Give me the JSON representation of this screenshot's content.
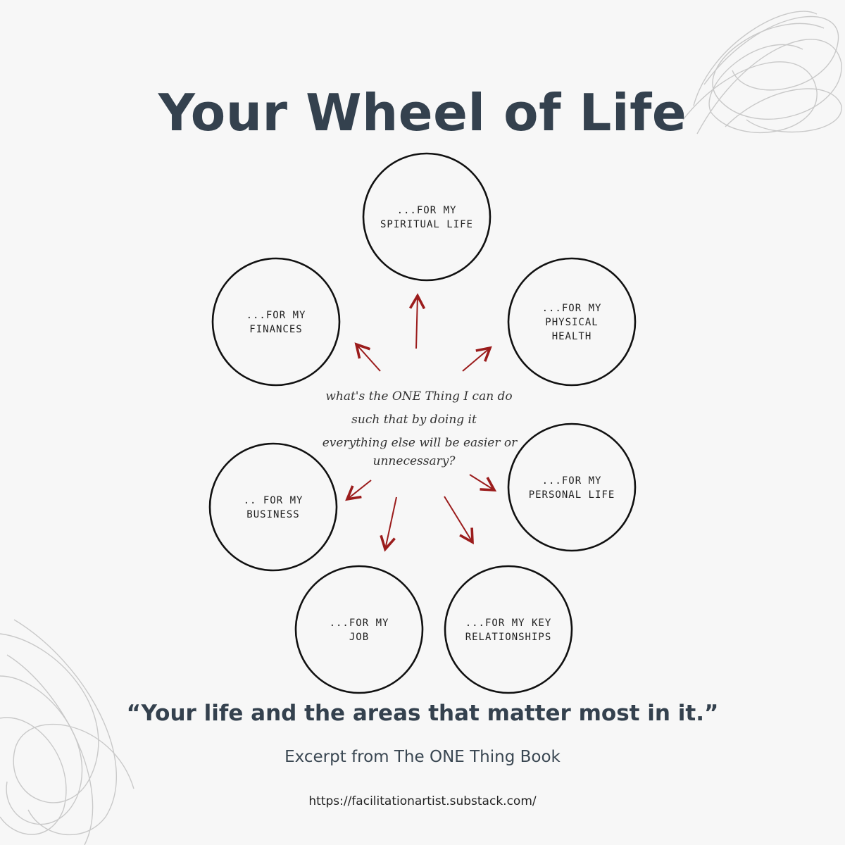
{
  "title": "Your Wheel of Life",
  "center_question": [
    "what's the ONE Thing I can do",
    "such that by doing it",
    "everything else will be easier or",
    "unnecessary?"
  ],
  "areas": [
    {
      "lines": [
        "...FOR MY",
        "SPIRITUAL LIFE"
      ]
    },
    {
      "lines": [
        "...FOR MY",
        "PHYSICAL",
        "HEALTH"
      ]
    },
    {
      "lines": [
        "...FOR MY",
        "PERSONAL LIFE"
      ]
    },
    {
      "lines": [
        "...FOR MY KEY",
        "RELATIONSHIPS"
      ]
    },
    {
      "lines": [
        "...FOR MY",
        "JOB"
      ]
    },
    {
      "lines": [
        ".. FOR MY",
        "BUSINESS"
      ]
    },
    {
      "lines": [
        "...FOR MY",
        "FINANCES"
      ]
    }
  ],
  "quote": "“Your life and the areas that matter most in it.”",
  "source": "Excerpt from The ONE Thing Book",
  "url": "https://facilitationartist.substack.com/",
  "colors": {
    "title": "#34414e",
    "arrow": "#9b1c1c",
    "circle": "#111111"
  }
}
